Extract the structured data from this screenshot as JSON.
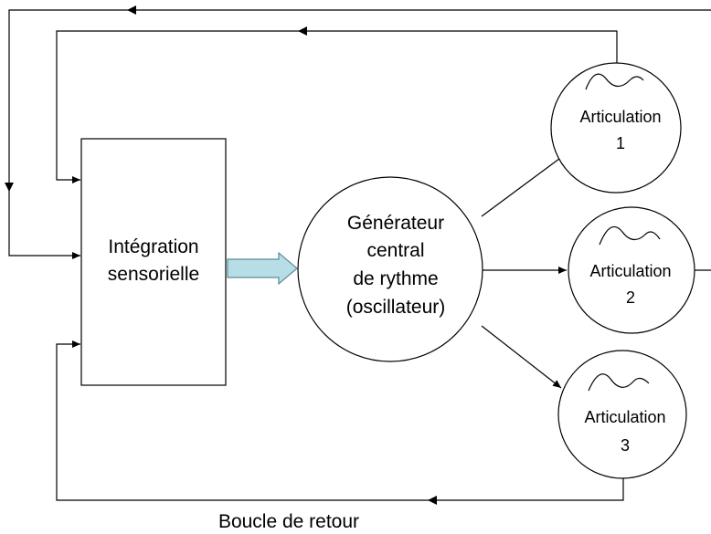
{
  "diagram": {
    "sensory_box": {
      "lines": [
        "Intégration",
        "sensorielle"
      ]
    },
    "cpg": {
      "lines": [
        "Générateur",
        "central",
        "de rythme",
        "(oscillateur)"
      ]
    },
    "joints": [
      {
        "lines": [
          "Articulation",
          "1"
        ]
      },
      {
        "lines": [
          "Articulation",
          "2"
        ]
      },
      {
        "lines": [
          "Articulation",
          "3"
        ]
      }
    ],
    "feedback_label": "Boucle de retour",
    "colors": {
      "stroke": "#000000",
      "fat_arrow_fill": "#b7dde6",
      "fat_arrow_stroke": "#5b8c99"
    },
    "icons": {
      "joint_wave": "sine-wave-icon"
    }
  }
}
